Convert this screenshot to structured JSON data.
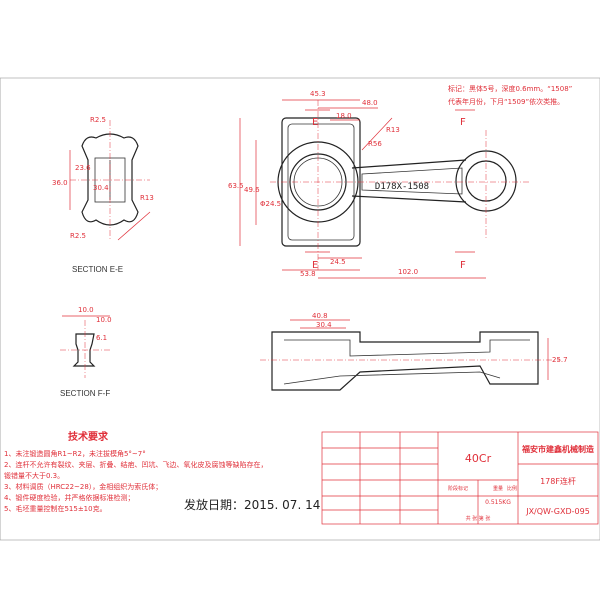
{
  "note": {
    "line1": "标记：黑体5号，深度0.6mm。“1508”",
    "line2": "代表年月份，下月“1509”依次类推。"
  },
  "main_view": {
    "center_text": "D178X-1508",
    "section_mark_e": "E",
    "section_mark_f": "F",
    "dims": {
      "d453": "45.3",
      "d480": "48.0",
      "d180": "18.0",
      "r56": "R56",
      "d635": "63.5",
      "d496": "49.6",
      "d245": "24.5",
      "d538": "53.8",
      "d102": "102.0",
      "phi245": "Φ24.5",
      "r13": "R13"
    }
  },
  "section_e": {
    "label": "SECTION E-E",
    "dims": {
      "d36": "36.0",
      "d23": "23.6",
      "d30": "30.4",
      "r25": "R2.5",
      "r13": "R13"
    }
  },
  "section_f": {
    "label": "SECTION F-F",
    "dims": {
      "d10a": "10.0",
      "d10b": "10.0",
      "d6": "6.1"
    }
  },
  "side_view": {
    "dims": {
      "d408": "40.8",
      "d304": "30.4",
      "d257": "25.7"
    }
  },
  "tech": {
    "title": "技术要求",
    "items": [
      "1、未注锻造圆角R1~R2，未注拔模角5°~7°",
      "2、连杆不允许有裂纹、夹层、折叠、结疤、凹坑、飞边、氧化皮及腐蚀等缺陷存在，",
      "   锻错量不大于0.3。",
      "3、材料调质（HRC22~28），金相组织为索氏体；",
      "4、锻件硬度检验，并严格依据标准检测；",
      "5、毛坯重量控制在515±10克。"
    ]
  },
  "release": {
    "label": "发放日期：",
    "date": "2015. 07. 14"
  },
  "title_block": {
    "material": "40Cr",
    "company": "福安市建鑫机械制造",
    "part_name": "178F连杆",
    "weight": "0.515KG",
    "drawing_no": "JX/QW-GXD-095",
    "scale_label": "比例",
    "stage_label": "阶段标记",
    "weight_label": "重量",
    "sheet_label": "共  张  第  张"
  }
}
